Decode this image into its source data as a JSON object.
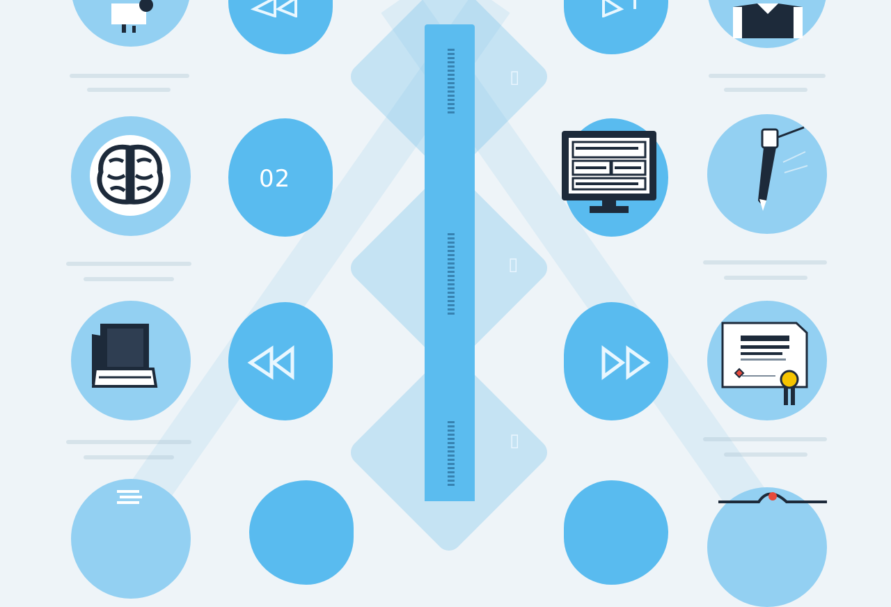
{
  "colors": {
    "background": "#eef4f8",
    "spine": "#5bbcef",
    "circle": "#93d0f2",
    "blob": "#59bbef",
    "icon_dark": "#1d2a3a"
  },
  "steps": [
    {
      "row": 1,
      "left_icon": "rocket-icon",
      "left_label": "",
      "right_icon": "person-icon",
      "right_label": ""
    },
    {
      "row": 2,
      "left_icon": "brain-icon",
      "left_label": "02",
      "right_icon": "pen-icon",
      "right_label": ""
    },
    {
      "row": 3,
      "left_icon": "book-icon",
      "left_label": "",
      "right_icon": "certificate-icon",
      "right_label": ""
    },
    {
      "row": 4,
      "left_icon": "clipboard-icon",
      "left_label": "",
      "right_icon": "badge-icon",
      "right_label": ""
    }
  ],
  "center_icons": [
    "monitor-icon"
  ]
}
